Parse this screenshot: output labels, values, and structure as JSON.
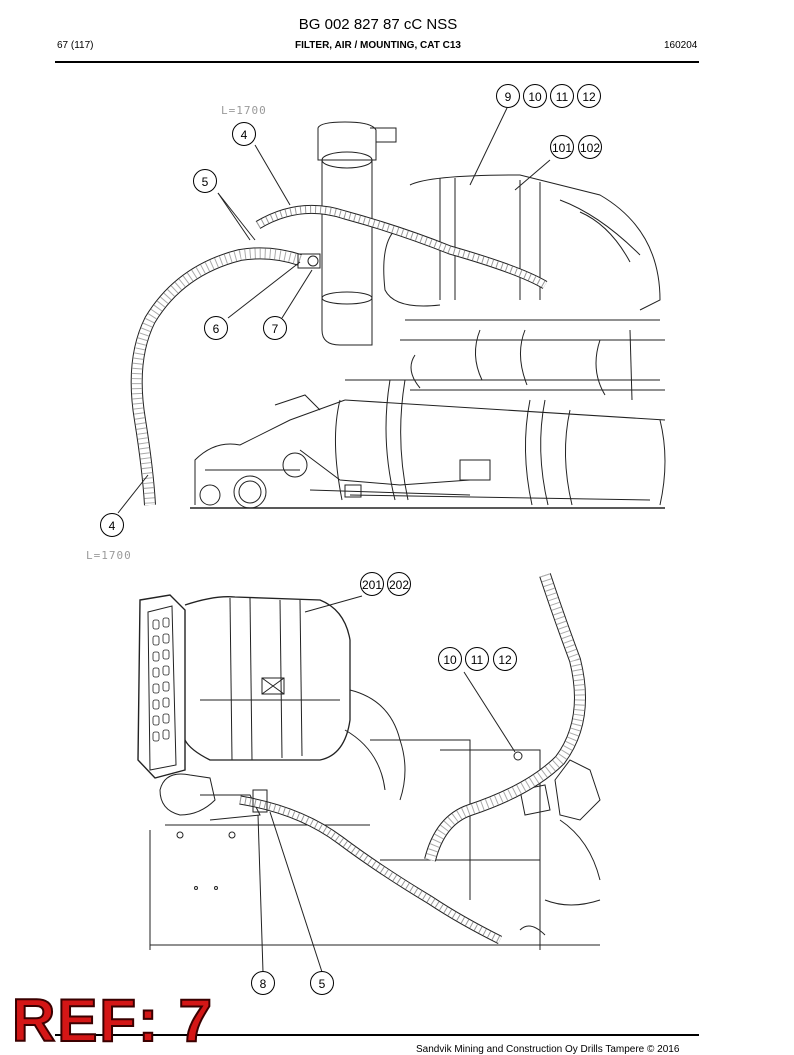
{
  "header": {
    "doc_title": "BG 002 827 87 cC NSS",
    "page": "67 (117)",
    "section_title": "FILTER, AIR / MOUNTING, CAT C13",
    "date_code": "160204"
  },
  "dimension_note": "L=1700",
  "callouts_top": [
    "9",
    "10",
    "11",
    "12",
    "101",
    "102",
    "4",
    "5",
    "6",
    "7",
    "4"
  ],
  "callouts_bottom": [
    "201",
    "202",
    "10",
    "11",
    "12",
    "8",
    "5"
  ],
  "ref_stamp": "REF: 7",
  "footer": "Sandvik Mining and Construction Oy Drills Tampere © 2016"
}
